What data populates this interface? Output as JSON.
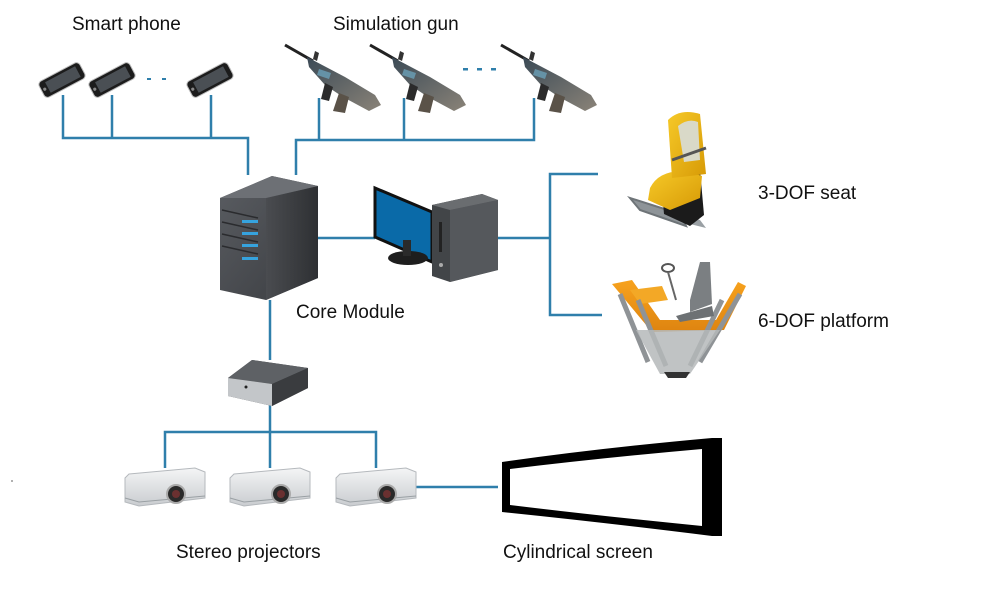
{
  "diagram": {
    "title": "",
    "line_color": "#2f7fab",
    "nodes": {
      "smart_phone": {
        "label": "Smart phone",
        "icon": "smartphone-icon",
        "count_visible": 3,
        "ellipsis": true
      },
      "simulation_gun": {
        "label": "Simulation gun",
        "icon": "rifle-icon",
        "count_visible": 3,
        "ellipsis": true
      },
      "core_module": {
        "label": "Core Module",
        "icons": [
          "server-tower-icon",
          "desktop-computer-icon"
        ]
      },
      "seat_3dof": {
        "label": "3-DOF seat",
        "icon": "motion-seat-icon"
      },
      "platform_6dof": {
        "label": "6-DOF platform",
        "icon": "motion-platform-icon"
      },
      "graphics_box": {
        "label": "",
        "icon": "media-box-icon"
      },
      "stereo_projectors": {
        "label": "Stereo projectors",
        "icon": "projector-icon",
        "count_visible": 3
      },
      "cylindrical_screen": {
        "label": "Cylindrical screen",
        "icon": "curved-screen-icon"
      }
    },
    "edges": [
      {
        "from": "smart_phone",
        "to": "core_module"
      },
      {
        "from": "simulation_gun",
        "to": "core_module"
      },
      {
        "from": "core_module",
        "to": "seat_3dof"
      },
      {
        "from": "core_module",
        "to": "platform_6dof"
      },
      {
        "from": "core_module",
        "to": "graphics_box"
      },
      {
        "from": "graphics_box",
        "to": "stereo_projectors"
      },
      {
        "from": "stereo_projectors",
        "to": "cylindrical_screen"
      }
    ]
  }
}
